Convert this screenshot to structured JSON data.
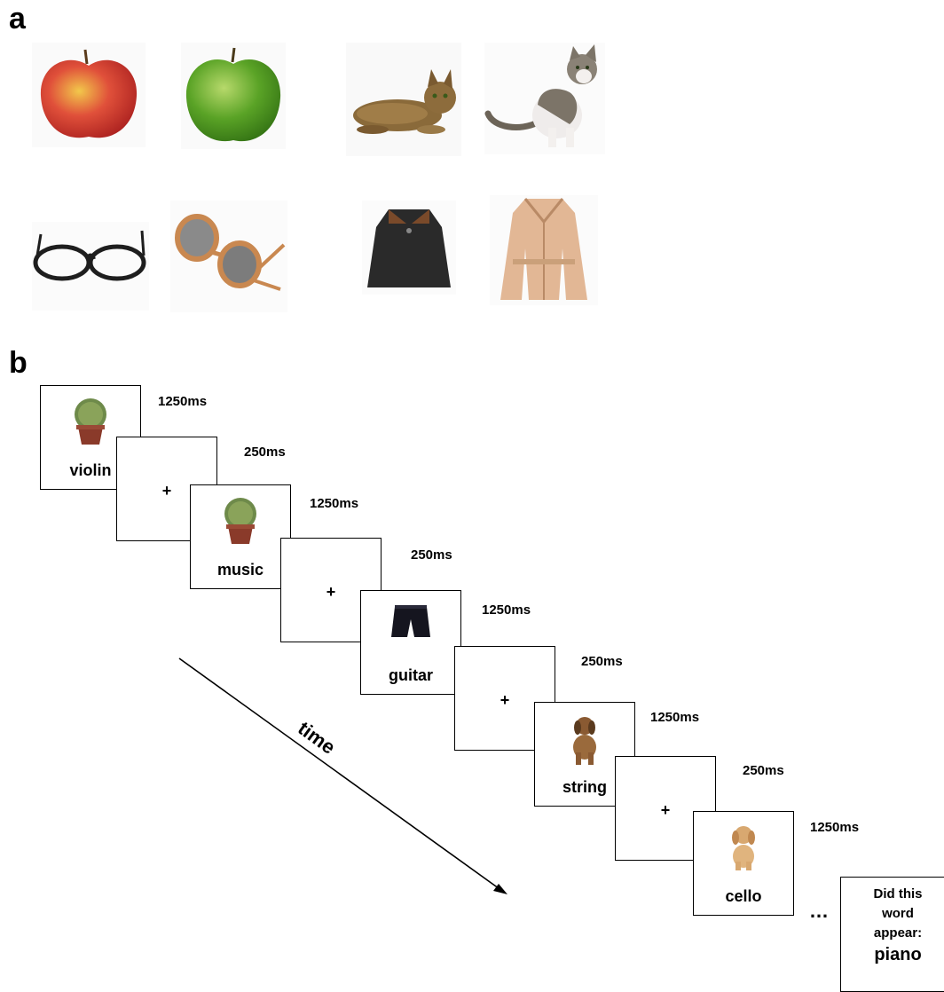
{
  "panel_a": {
    "label": "a",
    "images": [
      {
        "name": "red-apple",
        "color": "#d23a2a"
      },
      {
        "name": "green-apple",
        "color": "#5aa326"
      },
      {
        "name": "tabby-cat-lying",
        "color": "#8a6a3a"
      },
      {
        "name": "white-grey-cat-sitting",
        "color": "#7c7468"
      },
      {
        "name": "black-round-glasses",
        "color": "#222222"
      },
      {
        "name": "orange-sunglasses",
        "color": "#c98850"
      },
      {
        "name": "black-fur-coat",
        "color": "#2a2a2a"
      },
      {
        "name": "beige-trench-coat",
        "color": "#e2b795"
      }
    ]
  },
  "panel_b": {
    "label": "b",
    "trials": [
      {
        "word": "violin",
        "duration": "1250ms",
        "image": "cactus-icon"
      },
      {
        "fixation": "+",
        "duration": "250ms"
      },
      {
        "word": "music",
        "duration": "1250ms",
        "image": "cactus-icon"
      },
      {
        "fixation": "+",
        "duration": "250ms"
      },
      {
        "word": "guitar",
        "duration": "1250ms",
        "image": "shorts-icon"
      },
      {
        "fixation": "+",
        "duration": "250ms"
      },
      {
        "word": "string",
        "duration": "1250ms",
        "image": "dog-icon"
      },
      {
        "fixation": "+",
        "duration": "250ms"
      },
      {
        "word": "cello",
        "duration": "1250ms",
        "image": "puppy-icon"
      }
    ],
    "ellipsis": "…",
    "question": {
      "line1": "Did this",
      "line2": "word",
      "line3": "appear:",
      "probe": "piano"
    },
    "time_label": "time"
  }
}
